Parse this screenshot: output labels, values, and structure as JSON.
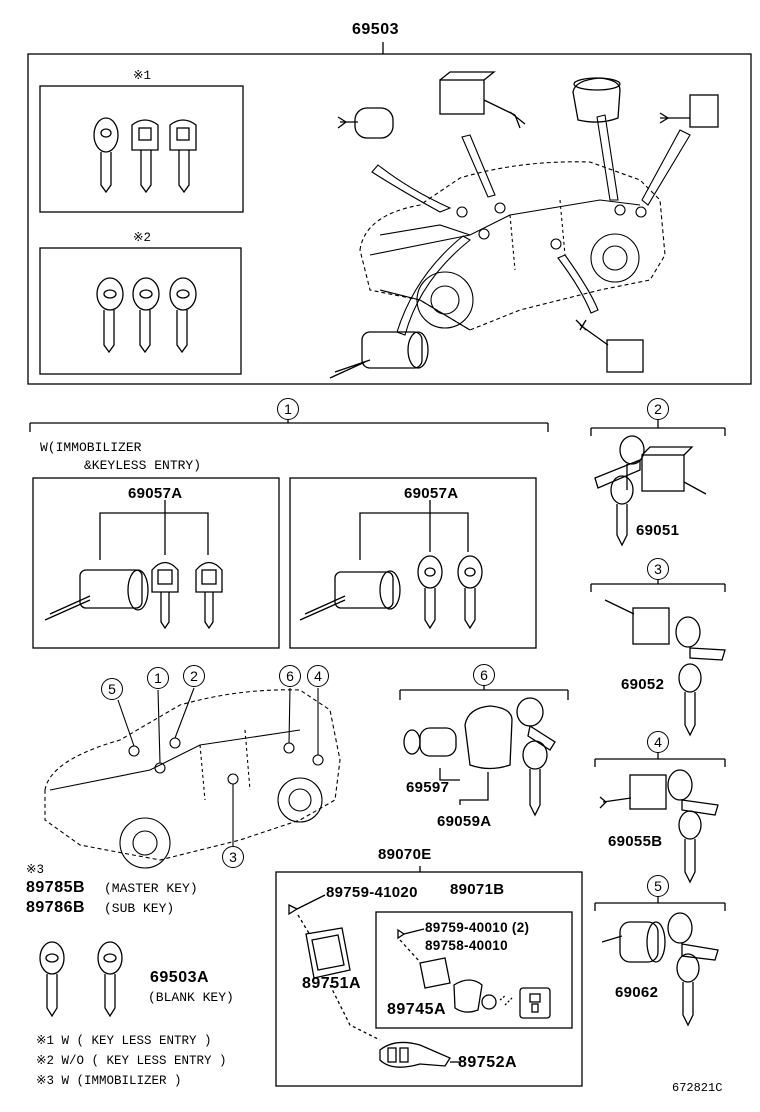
{
  "main": {
    "part_number": "69503",
    "note1_marker": "※1",
    "note2_marker": "※2"
  },
  "group1": {
    "callout": "1",
    "condition": "W(IMMOBILIZER",
    "condition2": "&KEYLESS ENTRY)",
    "part_left": "69057A",
    "part_right": "69057A"
  },
  "side_groups": [
    {
      "callout": "2",
      "part": "69051"
    },
    {
      "callout": "3",
      "part": "69052"
    },
    {
      "callout": "4",
      "part": "69055B"
    },
    {
      "callout": "5",
      "part": "69062"
    }
  ],
  "car_callouts": [
    "5",
    "1",
    "2",
    "6",
    "4",
    "3"
  ],
  "group6": {
    "callout": "6",
    "part_a": "69597",
    "part_b": "69059A"
  },
  "keys": {
    "note3_marker": "※3",
    "master_part": "89785B",
    "master_label": "(MASTER KEY)",
    "sub_part": "89786B",
    "sub_label": "(SUB KEY)",
    "blank_part": "69503A",
    "blank_label": "(BLANK KEY)"
  },
  "transmitter": {
    "assy_part": "89070E",
    "screw_part": "89759-41020",
    "case_part": "89071B",
    "screw2_part": "89759-40010 (2)",
    "plate_part": "89758-40010",
    "cover_part": "89751A",
    "battery_part": "89745A",
    "key_part": "89752A"
  },
  "footnotes": [
    "※1 W ( KEY LESS ENTRY )",
    "※2 W/O ( KEY LESS ENTRY )",
    "※3 W (IMMOBILIZER )"
  ],
  "diagram_ref": "672821C"
}
